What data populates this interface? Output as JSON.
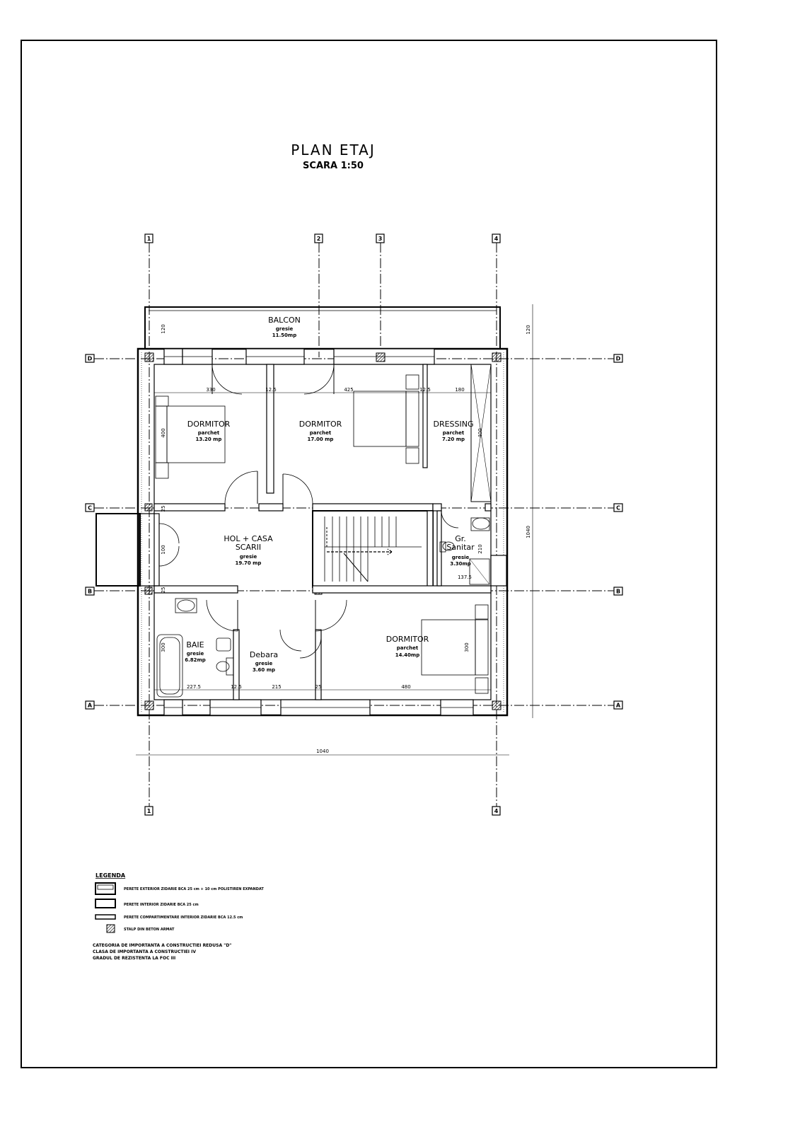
{
  "drawing": {
    "title": "PLAN ETAJ",
    "scale": "SCARA 1:50"
  },
  "axes": {
    "vertical": [
      "1",
      "2",
      "3",
      "4"
    ],
    "vertical_bottom": [
      "1",
      "4"
    ],
    "horizontal": [
      "D",
      "C",
      "B",
      "A"
    ]
  },
  "rooms": {
    "balcon": {
      "name": "BALCON",
      "finish": "gresie",
      "area": "11.50mp"
    },
    "dormitor1": {
      "name": "DORMITOR",
      "finish": "parchet",
      "area": "13.20 mp"
    },
    "dormitor2": {
      "name": "DORMITOR",
      "finish": "parchet",
      "area": "17.00 mp"
    },
    "dressing": {
      "name": "DRESSING",
      "finish": "parchet",
      "area": "7.20 mp"
    },
    "hol": {
      "name_line1": "HOL + CASA",
      "name_line2": "SCARII",
      "finish": "gresie",
      "area": "19.70 mp"
    },
    "grupsanitar": {
      "name_line1": "Gr.",
      "name_line2": "Sanitar",
      "finish": "gresie",
      "area": "3.30mp"
    },
    "baie": {
      "name": "BAIE",
      "finish": "gresie",
      "area": "6.82mp"
    },
    "debara": {
      "name": "Debara",
      "finish": "gresie",
      "area": "3.60 mp"
    },
    "dormitor3": {
      "name": "DORMITOR",
      "finish": "parchet",
      "area": "14.40mp"
    }
  },
  "dimensions": {
    "top_row": [
      "330",
      "12.5",
      "425",
      "12.5",
      "180"
    ],
    "bottom_row": [
      "227.5",
      "12.5",
      "215",
      "25",
      "480"
    ],
    "balcony_depth": "120",
    "balcony_depth_right": "120",
    "height_left_1": "400",
    "height_dressing": "400",
    "hall_short": "100",
    "gs_height": "210",
    "gs_width": "137.5",
    "baie_height": "300",
    "dormitor3_height": "300",
    "total_width": "1040",
    "total_height": "1040",
    "small_25": "25"
  },
  "legend": {
    "heading": "LEGENDA",
    "items": [
      "PERETE EXTERIOR ZIDARIE BCA 25 cm + 10 cm POLISTIREN EXPANDAT",
      "PERETE INTERIOR ZIDARIE BCA 25 cm",
      "PERETE COMPARTIMENTARE INTERIOR ZIDARIE BCA 12.5 cm",
      "STALP DIN BETON ARMAT"
    ],
    "notes": [
      "CATEGORIA DE IMPORTANTA A CONSTRUCTIEI REDUSA \"D\"",
      "CLASA DE IMPORTANTA A CONSTRUCTIEI IV",
      "GRADUL DE REZISTENTA LA FOC III"
    ]
  }
}
